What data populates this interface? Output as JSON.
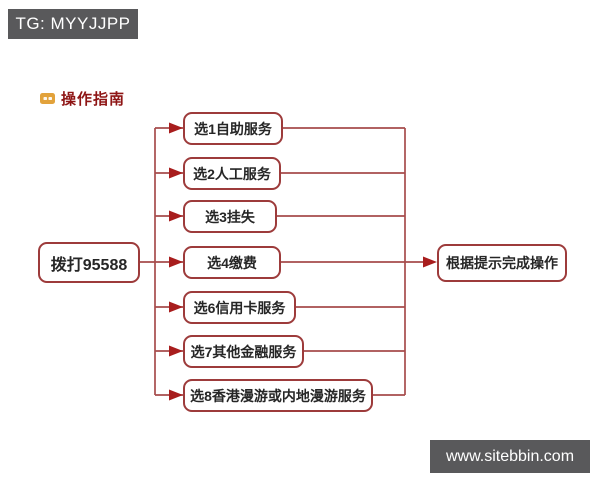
{
  "watermarks": {
    "top": "TG: MYYJJPP",
    "bottom": "www.sitebbin.com"
  },
  "heading": {
    "title": "操作指南"
  },
  "flowchart": {
    "start": "拨打95588",
    "options": [
      "选1自助服务",
      "选2人工服务",
      "选3挂失",
      "选4缴费",
      "选6信用卡服务",
      "选7其他金融服务",
      "选8香港漫游或内地漫游服务"
    ],
    "end": "根据提示完成操作"
  },
  "colors": {
    "page_bg": "#ffffff",
    "heading_red": "#8e1515",
    "icon_orange": "#e2a23b",
    "box_border": "#9d3b3b",
    "box_text": "#262626",
    "connector_line": "#a64c4c",
    "arrow_fill": "#a81d1d",
    "badge_bg": "#59595b",
    "badge_text": "#ffffff"
  }
}
